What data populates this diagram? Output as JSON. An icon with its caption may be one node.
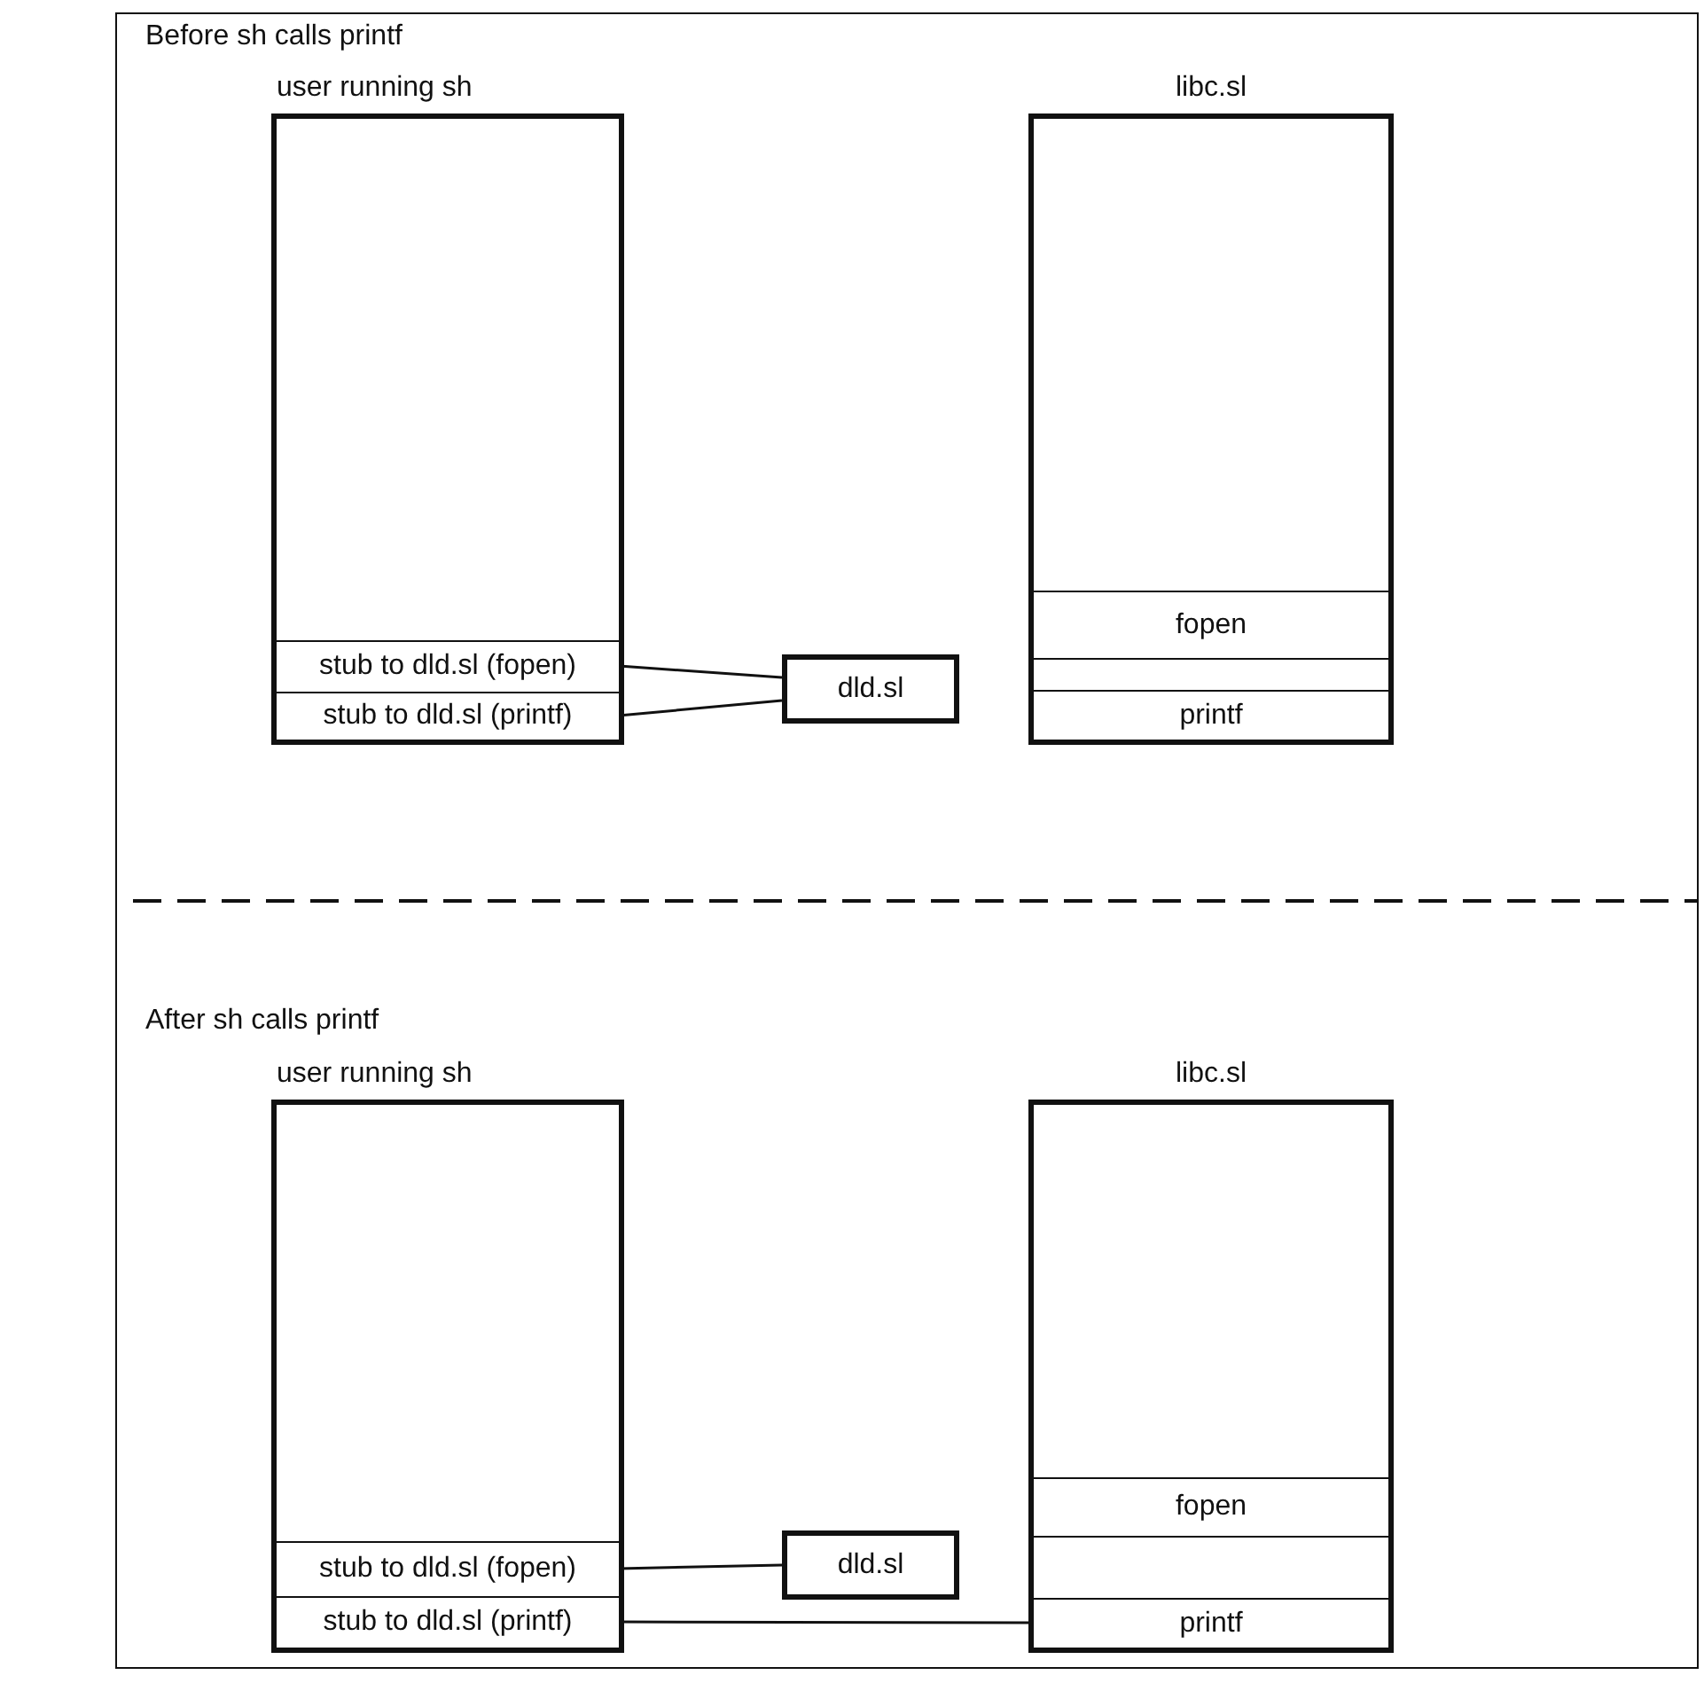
{
  "diagram": {
    "nodes": [
      {
        "text": [
          "user running sh"
        ]
      },
      {
        "text": [
          "stub to dld.sl (fopen)"
        ],
        "in": 0
      },
      {
        "text": [
          "stub to dld.sl (printf)"
        ],
        "in": 0
      },
      {
        "text": [
          "dld.sl"
        ]
      },
      {
        "text": [
          "libc.sl"
        ]
      },
      {
        "text": [
          "fopen"
        ],
        "in": 4
      },
      {
        "text": [],
        "shape": "box",
        "in": 4
      },
      {
        "text": [
          "printf"
        ],
        "in": 4
      },
      {
        "text": [
          "user running sh"
        ]
      },
      {
        "text": [
          "stub to dld.sl (fopen)"
        ],
        "in": 8
      },
      {
        "text": [
          "stub to dld.sl (printf)"
        ],
        "in": 8
      },
      {
        "text": [
          "dld.sl"
        ]
      },
      {
        "text": [
          "libc.sl"
        ]
      },
      {
        "text": [
          "fopen"
        ],
        "in": 12
      },
      {
        "text": [],
        "shape": "box",
        "in": 12
      },
      {
        "text": [
          "printf"
        ],
        "in": 12
      }
    ],
    "edges": [
      {
        "from": 1,
        "to": 3,
        "arrow": "none"
      },
      {
        "from": 2,
        "to": 3,
        "arrow": "none"
      },
      {
        "from": 9,
        "to": 11,
        "arrow": "none"
      },
      {
        "from": 10,
        "to": 15,
        "arrow": "none"
      }
    ],
    "labels": [
      "Before sh calls printf",
      "After sh calls printf"
    ]
  }
}
